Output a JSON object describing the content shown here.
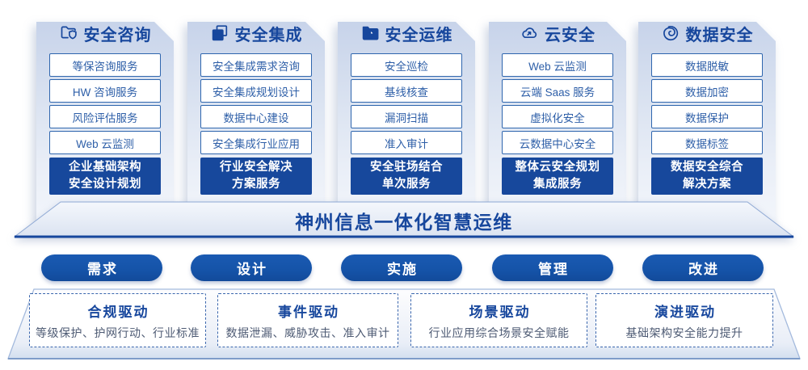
{
  "colors": {
    "primary_text_blue": "#17479d",
    "solid_fill_blue": "#17489c",
    "pill_blue": "#1553a8",
    "item_border_blue": "#2f66ae",
    "item_text_blue": "#2e5fa8",
    "driver_desc_gray": "#4d5a73"
  },
  "columns": [
    {
      "icon": "folder-shield-icon",
      "title": "安全咨询",
      "items": [
        "等保咨询服务",
        "HW 咨询服务",
        "风险评估服务",
        "Web 云监测"
      ],
      "footer_lines": [
        "企业基础架构",
        "安全设计规划"
      ]
    },
    {
      "icon": "documents-icon",
      "title": "安全集成",
      "items": [
        "安全集成需求咨询",
        "安全集成规划设计",
        "数据中心建设",
        "安全集成行业应用"
      ],
      "footer_lines": [
        "行业安全解决",
        "方案服务"
      ]
    },
    {
      "icon": "folder-pie-icon",
      "title": "安全运维",
      "items": [
        "安全巡检",
        "基线核查",
        "漏洞扫描",
        "准入审计"
      ],
      "footer_lines": [
        "安全驻场结合",
        "单次服务"
      ]
    },
    {
      "icon": "cloud-icon",
      "title": "云安全",
      "items": [
        "Web 云监测",
        "云端 Saas 服务",
        "虚拟化安全",
        "云数据中心安全"
      ],
      "footer_lines": [
        "整体云安全规划",
        "集成服务"
      ]
    },
    {
      "icon": "spiral-icon",
      "title": "数据安全",
      "items": [
        "数据脱敏",
        "数据加密",
        "数据保护",
        "数据标签"
      ],
      "footer_lines": [
        "数据安全综合",
        "解决方案"
      ]
    }
  ],
  "banner": {
    "title": "神州信息一体化智慧运维"
  },
  "process_steps": [
    "需求",
    "设计",
    "实施",
    "管理",
    "改进"
  ],
  "drivers": [
    {
      "title": "合规驱动",
      "desc": "等级保护、护网行动、行业标准"
    },
    {
      "title": "事件驱动",
      "desc": "数据泄漏、威胁攻击、准入审计"
    },
    {
      "title": "场景驱动",
      "desc": "行业应用综合场景安全赋能"
    },
    {
      "title": "演进驱动",
      "desc": "基础架构安全能力提升"
    }
  ]
}
